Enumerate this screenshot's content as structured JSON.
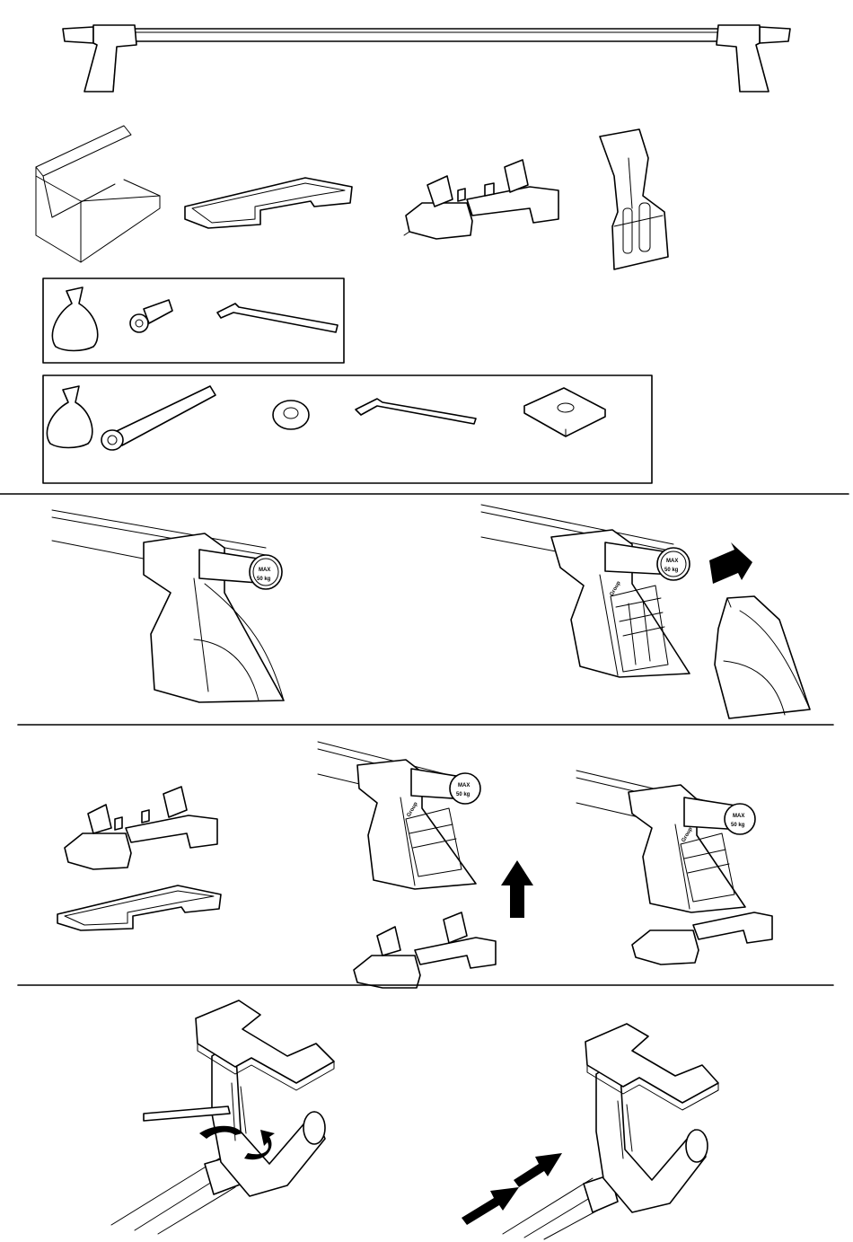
{
  "labels": {
    "cap_max": "MAX",
    "cap_load": "50 kg",
    "brand": "Group"
  },
  "colors": {
    "ink": "#000000",
    "paper": "#ffffff",
    "shade": "#e6e6e6"
  },
  "icons": [
    "roof-bar-icon",
    "box-icon",
    "rubber-pad-icon",
    "foot-base-icon",
    "clamp-bracket-icon",
    "bag-icon",
    "bolt-icon",
    "hex-key-icon",
    "washer-icon",
    "square-plate-icon",
    "arrow-icon",
    "rotate-arrow-icon"
  ]
}
